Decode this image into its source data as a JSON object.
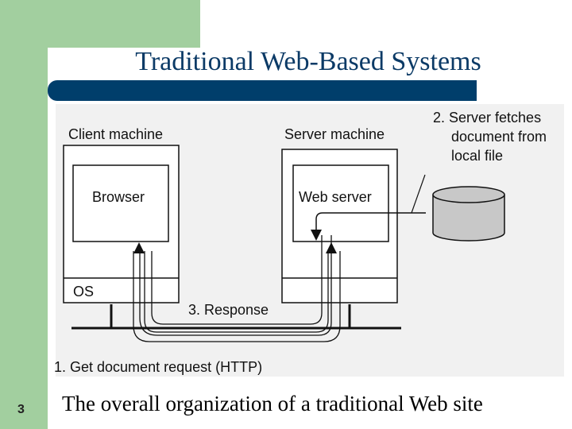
{
  "slide": {
    "title": "Traditional Web-Based Systems",
    "number": "3",
    "caption": "The overall organization of a traditional Web site"
  },
  "diagram": {
    "client_label": "Client machine",
    "server_label": "Server machine",
    "browser_label": "Browser",
    "webserver_label": "Web server",
    "os_label": "OS",
    "step1": "1. Get document request (HTTP)",
    "step2_line1": "2. Server fetches",
    "step2_line2": "document from",
    "step2_line3": "local file",
    "step3": "3. Response"
  },
  "colors": {
    "title_bar": "#003e6b",
    "accent_green": "#a2cf9f",
    "diagram_bg": "#f1f1f1",
    "disk": "#c8c8c8"
  }
}
